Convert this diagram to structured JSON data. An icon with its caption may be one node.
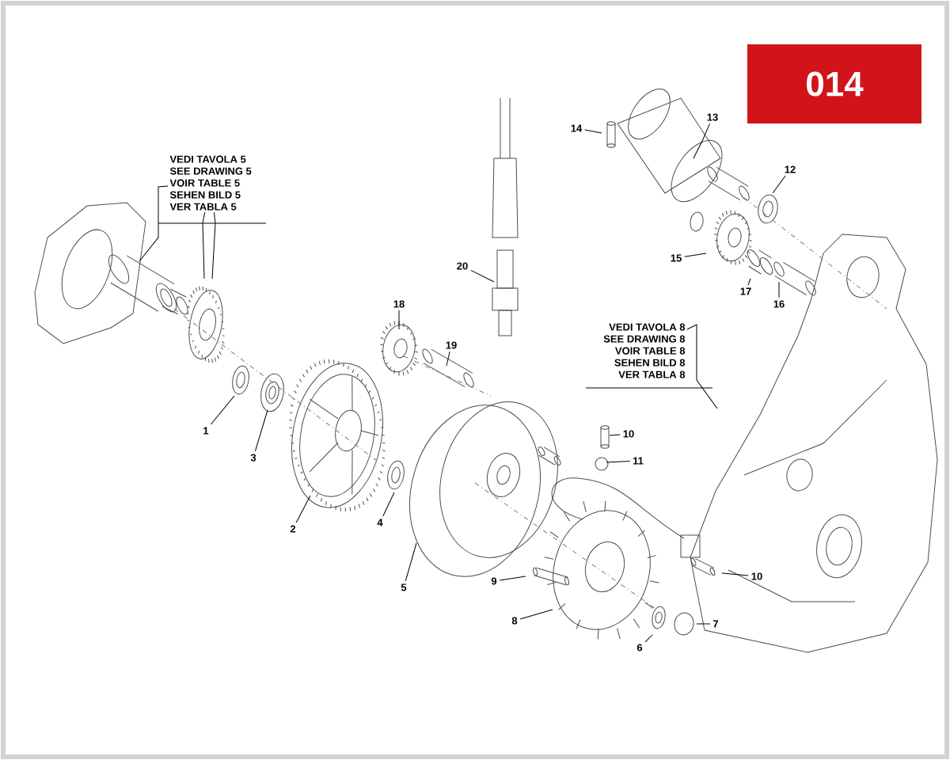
{
  "diagram": {
    "nodes": [
      {
        "text": [
          "014"
        ]
      },
      {
        "text": [
          "VEDI TAVOLA 5",
          "SEE DRAWING 5",
          "VOIR TABLE 5",
          "SEHEN BILD 5",
          "VER TABLA 5"
        ]
      },
      {
        "text": [
          "VEDI TAVOLA 8",
          "SEE DRAWING 8",
          "VOIR TABLE 8",
          "SEHEN BILD 8",
          "VER TABLA 8"
        ]
      },
      {
        "text": [
          "13"
        ]
      },
      {
        "text": [
          "14"
        ]
      },
      {
        "text": [
          "12"
        ]
      },
      {
        "text": [
          "15"
        ]
      },
      {
        "text": [
          "20"
        ]
      },
      {
        "text": [
          "17"
        ]
      },
      {
        "text": [
          "16"
        ]
      },
      {
        "text": [
          "18"
        ]
      },
      {
        "text": [
          "19"
        ]
      },
      {
        "text": [
          "1"
        ]
      },
      {
        "text": [
          "10"
        ]
      },
      {
        "text": [
          "3"
        ]
      },
      {
        "text": [
          "11"
        ]
      },
      {
        "text": [
          "4"
        ]
      },
      {
        "text": [
          "2"
        ]
      },
      {
        "text": [
          "10"
        ]
      },
      {
        "text": [
          "9"
        ]
      },
      {
        "text": [
          "5"
        ]
      },
      {
        "text": [
          "8"
        ]
      },
      {
        "text": [
          "7"
        ]
      },
      {
        "text": [
          "6"
        ]
      }
    ],
    "edges": [
      {
        "from": 1,
        "to": null,
        "arrow": "none"
      },
      {
        "from": 1,
        "to": null,
        "arrow": "none"
      },
      {
        "from": 1,
        "to": null,
        "arrow": "none"
      },
      {
        "from": 2,
        "to": null,
        "arrow": "none"
      },
      {
        "from": 3,
        "to": null,
        "arrow": "none"
      },
      {
        "from": 4,
        "to": null,
        "arrow": "none"
      },
      {
        "from": 5,
        "to": null,
        "arrow": "none"
      },
      {
        "from": 6,
        "to": null,
        "arrow": "none"
      },
      {
        "from": 7,
        "to": null,
        "arrow": "none"
      },
      {
        "from": 8,
        "to": null,
        "arrow": "none"
      },
      {
        "from": 9,
        "to": null,
        "arrow": "none"
      },
      {
        "from": 10,
        "to": null,
        "arrow": "none"
      },
      {
        "from": 11,
        "to": null,
        "arrow": "none"
      },
      {
        "from": 12,
        "to": null,
        "arrow": "none"
      },
      {
        "from": 13,
        "to": null,
        "arrow": "none"
      },
      {
        "from": 14,
        "to": null,
        "arrow": "none"
      },
      {
        "from": 15,
        "to": null,
        "arrow": "none"
      },
      {
        "from": 16,
        "to": null,
        "arrow": "none"
      },
      {
        "from": 17,
        "to": null,
        "arrow": "none"
      },
      {
        "from": 18,
        "to": null,
        "arrow": "none"
      },
      {
        "from": 19,
        "to": null,
        "arrow": "none"
      },
      {
        "from": 20,
        "to": null,
        "arrow": "none"
      },
      {
        "from": 21,
        "to": null,
        "arrow": "none"
      },
      {
        "from": 22,
        "to": null,
        "arrow": "none"
      },
      {
        "from": 23,
        "to": null,
        "arrow": "none"
      }
    ]
  }
}
